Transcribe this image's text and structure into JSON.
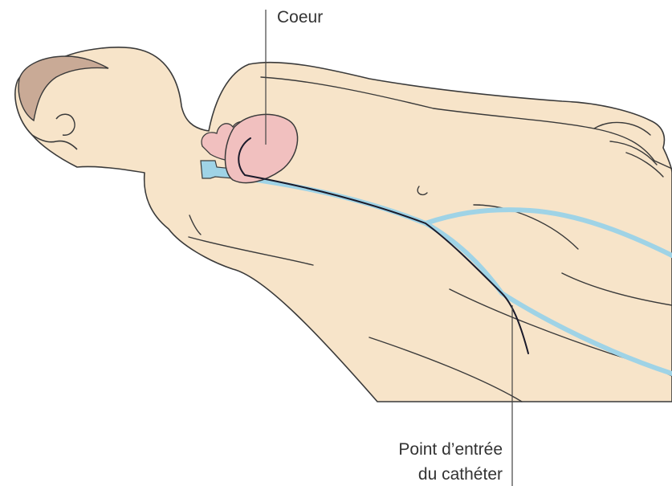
{
  "labels": {
    "heart": "Coeur",
    "entry_line1": "Point d’entrée",
    "entry_line2": "du cathéter"
  },
  "colors": {
    "skin": "#f7e4c9",
    "outline": "#3a3a3a",
    "hair": "#c9aa96",
    "heart": "#f1c0bf",
    "vein": "#9fd3e6",
    "catheter": "#1a1a2a",
    "leader": "#444444"
  }
}
